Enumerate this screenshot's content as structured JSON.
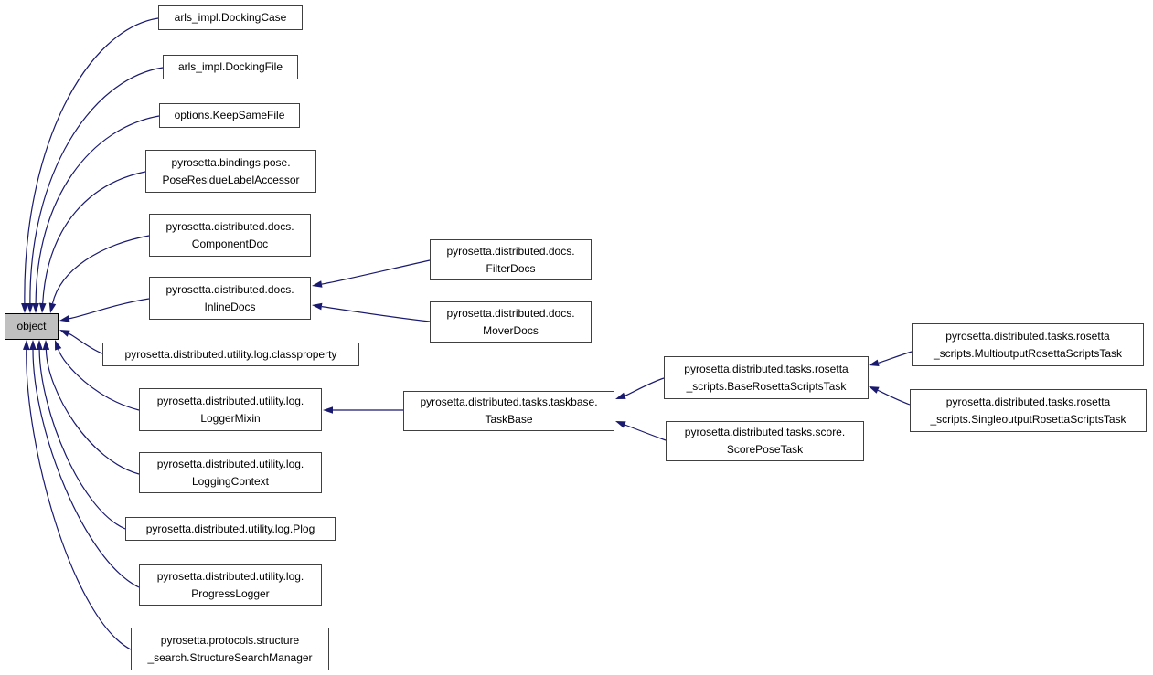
{
  "diagram": {
    "type": "inheritance-graph",
    "root_label": "object",
    "colors": {
      "edge": "#191970",
      "node_border": "#404040",
      "node_background": "#ffffff",
      "root_background": "#c0c0c0",
      "text": "#000000",
      "page_background": "#ffffff"
    },
    "nodes": [
      {
        "id": "object",
        "lines": [
          "object"
        ],
        "root": true
      },
      {
        "id": "docking_case",
        "lines": [
          "arls_impl.DockingCase"
        ]
      },
      {
        "id": "docking_file",
        "lines": [
          "arls_impl.DockingFile"
        ]
      },
      {
        "id": "keep_same_file",
        "lines": [
          "options.KeepSameFile"
        ]
      },
      {
        "id": "pose_residue_label_accessor",
        "lines": [
          "pyrosetta.bindings.pose.",
          "PoseResidueLabelAccessor"
        ]
      },
      {
        "id": "component_doc",
        "lines": [
          "pyrosetta.distributed.docs.",
          "ComponentDoc"
        ]
      },
      {
        "id": "inline_docs",
        "lines": [
          "pyrosetta.distributed.docs.",
          "InlineDocs"
        ]
      },
      {
        "id": "classproperty",
        "lines": [
          "pyrosetta.distributed.utility.log.classproperty"
        ]
      },
      {
        "id": "logger_mixin",
        "lines": [
          "pyrosetta.distributed.utility.log.",
          "LoggerMixin"
        ]
      },
      {
        "id": "logging_context",
        "lines": [
          "pyrosetta.distributed.utility.log.",
          "LoggingContext"
        ]
      },
      {
        "id": "plog",
        "lines": [
          "pyrosetta.distributed.utility.log.Plog"
        ]
      },
      {
        "id": "progress_logger",
        "lines": [
          "pyrosetta.distributed.utility.log.",
          "ProgressLogger"
        ]
      },
      {
        "id": "structure_search_manager",
        "lines": [
          "pyrosetta.protocols.structure",
          "_search.StructureSearchManager"
        ]
      },
      {
        "id": "filter_docs",
        "lines": [
          "pyrosetta.distributed.docs.",
          "FilterDocs"
        ]
      },
      {
        "id": "mover_docs",
        "lines": [
          "pyrosetta.distributed.docs.",
          "MoverDocs"
        ]
      },
      {
        "id": "task_base",
        "lines": [
          "pyrosetta.distributed.tasks.taskbase.",
          "TaskBase"
        ]
      },
      {
        "id": "base_rosetta_scripts_task",
        "lines": [
          "pyrosetta.distributed.tasks.rosetta",
          "_scripts.BaseRosettaScriptsTask"
        ]
      },
      {
        "id": "score_pose_task",
        "lines": [
          "pyrosetta.distributed.tasks.score.",
          "ScorePoseTask"
        ]
      },
      {
        "id": "multioutput_rosetta_scripts_task",
        "lines": [
          "pyrosetta.distributed.tasks.rosetta",
          "_scripts.MultioutputRosettaScriptsTask"
        ]
      },
      {
        "id": "singleoutput_rosetta_scripts_task",
        "lines": [
          "pyrosetta.distributed.tasks.rosetta",
          "_scripts.SingleoutputRosettaScriptsTask"
        ]
      }
    ],
    "edges": [
      {
        "from": "docking_case",
        "to": "object"
      },
      {
        "from": "docking_file",
        "to": "object"
      },
      {
        "from": "keep_same_file",
        "to": "object"
      },
      {
        "from": "pose_residue_label_accessor",
        "to": "object"
      },
      {
        "from": "component_doc",
        "to": "object"
      },
      {
        "from": "inline_docs",
        "to": "object"
      },
      {
        "from": "classproperty",
        "to": "object"
      },
      {
        "from": "logger_mixin",
        "to": "object"
      },
      {
        "from": "logging_context",
        "to": "object"
      },
      {
        "from": "plog",
        "to": "object"
      },
      {
        "from": "progress_logger",
        "to": "object"
      },
      {
        "from": "structure_search_manager",
        "to": "object"
      },
      {
        "from": "filter_docs",
        "to": "inline_docs"
      },
      {
        "from": "mover_docs",
        "to": "inline_docs"
      },
      {
        "from": "task_base",
        "to": "logger_mixin"
      },
      {
        "from": "base_rosetta_scripts_task",
        "to": "task_base"
      },
      {
        "from": "score_pose_task",
        "to": "task_base"
      },
      {
        "from": "multioutput_rosetta_scripts_task",
        "to": "base_rosetta_scripts_task"
      },
      {
        "from": "singleoutput_rosetta_scripts_task",
        "to": "base_rosetta_scripts_task"
      }
    ]
  }
}
